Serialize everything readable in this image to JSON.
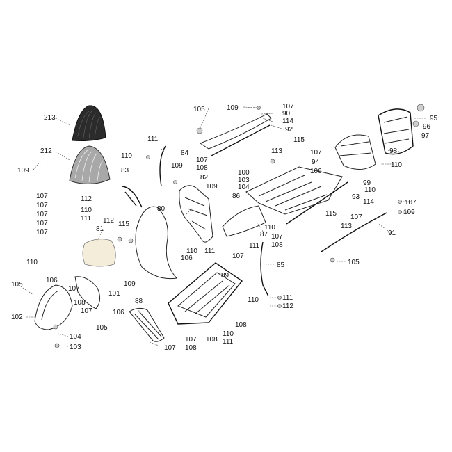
{
  "diagram": {
    "callouts": [
      "213",
      "212",
      "109",
      "107",
      "107",
      "107",
      "107",
      "107",
      "110",
      "105",
      "106",
      "107",
      "101",
      "108",
      "107",
      "106",
      "102",
      "105",
      "104",
      "103",
      "88",
      "107",
      "108",
      "81",
      "115",
      "112",
      "112",
      "111",
      "110",
      "111",
      "110",
      "83",
      "109",
      "84",
      "80",
      "82",
      "109",
      "86",
      "87",
      "105",
      "109",
      "107",
      "90",
      "114",
      "92",
      "107",
      "108",
      "113",
      "115",
      "107",
      "94",
      "100",
      "103",
      "104",
      "106",
      "98",
      "97",
      "95",
      "96",
      "110",
      "99",
      "110",
      "114",
      "93",
      "107",
      "109",
      "115",
      "113",
      "107",
      "91",
      "105",
      "110",
      "107",
      "108",
      "111",
      "85",
      "111",
      "112",
      "110",
      "107",
      "89",
      "108",
      "110",
      "111",
      "107",
      "108",
      "106",
      "109",
      "110",
      "111"
    ]
  }
}
